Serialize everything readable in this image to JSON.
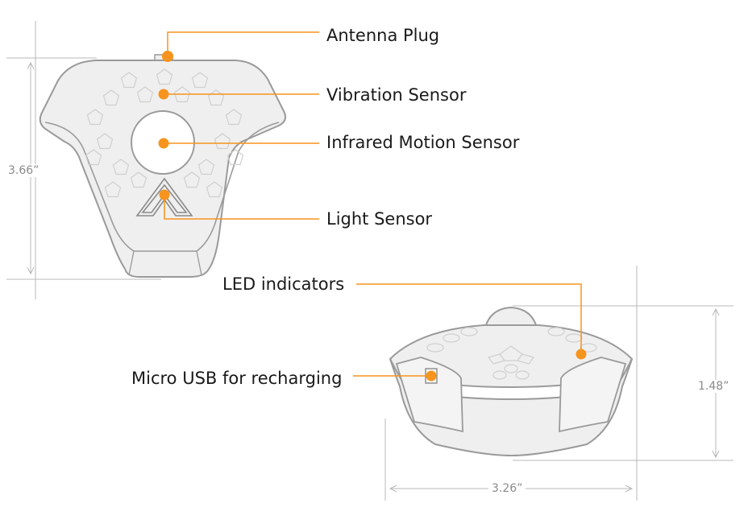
{
  "colors": {
    "accent": "#f7941d",
    "device_fill": "#efefef",
    "device_stroke": "#9a9a9a",
    "dimension_line": "#b8b8b8",
    "text": "#1a1a1a",
    "dimension_text": "#8a8a8a"
  },
  "callouts": {
    "antenna_plug": "Antenna Plug",
    "vibration_sensor": "Vibration Sensor",
    "infrared_motion_sensor": "Infrared Motion Sensor",
    "light_sensor": "Light Sensor",
    "led_indicators": "LED indicators",
    "micro_usb": "Micro USB for recharging"
  },
  "dimensions": {
    "height_top_view": "3.66”",
    "height_side_view": "1.48”",
    "width_side_view": "3.26”"
  }
}
